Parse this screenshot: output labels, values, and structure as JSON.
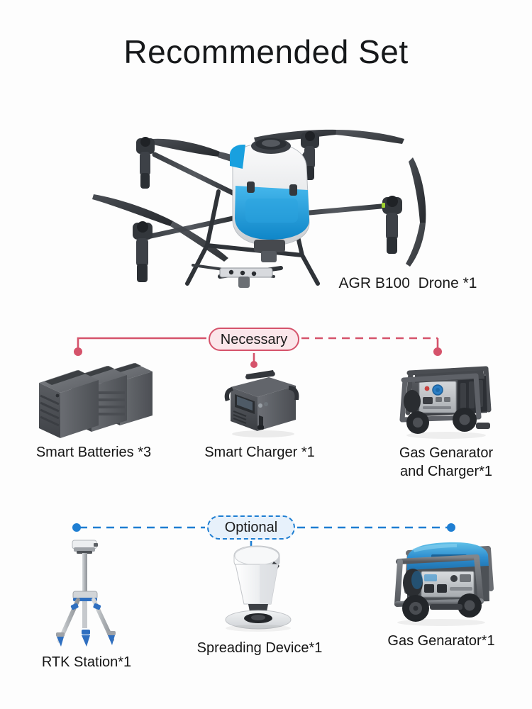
{
  "title": "Recommended Set",
  "hero": {
    "name": "AGR B100  Drone *1",
    "icon": "drone-icon"
  },
  "groups": [
    {
      "badge": "Necessary",
      "badge_color": "#d5536b",
      "badge_fill": "#fbe6ea",
      "line_style": "solid-and-dashed",
      "items": [
        {
          "label": "Smart Batteries *3",
          "icon": "battery-pack-icon"
        },
        {
          "label": "Smart Charger *1",
          "icon": "charger-icon"
        },
        {
          "label": "Gas Genarator",
          "label2": "and Charger*1",
          "icon": "generator-icon"
        }
      ]
    },
    {
      "badge": "Optional",
      "badge_color": "#1e7ed2",
      "badge_fill": "#e7f1fb",
      "line_style": "dashed",
      "items": [
        {
          "label": "RTK Station*1",
          "icon": "rtk-station-icon"
        },
        {
          "label": "Spreading Device*1",
          "icon": "spreader-icon"
        },
        {
          "label": "Gas Genarator*1",
          "icon": "generator-blue-icon"
        }
      ]
    }
  ],
  "colors": {
    "background": "#fdfdfd",
    "text": "#151515",
    "necessary": "#d5536b",
    "optional": "#1e7ed2",
    "drone_accent": "#1f9fe0",
    "generator_blue": "#2a7fc4"
  }
}
